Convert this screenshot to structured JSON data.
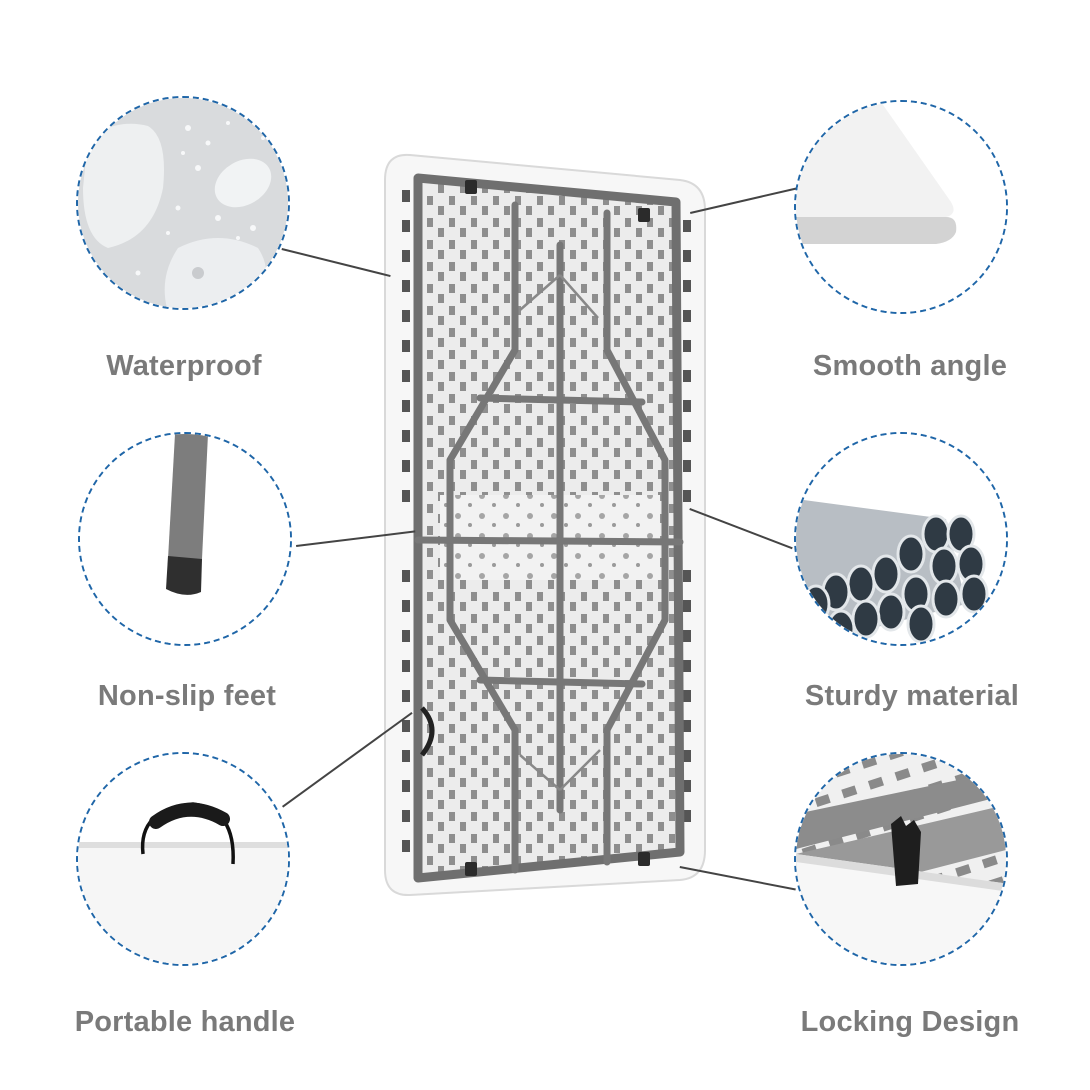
{
  "infographic": {
    "subject": "Folding table (underside view)",
    "accent_color": "#1f66a8",
    "label_color": "#7a7a7a",
    "features": [
      {
        "id": "waterproof",
        "label": "Waterproof",
        "side": "left",
        "icon": "water-droplets-icon"
      },
      {
        "id": "smooth-angle",
        "label": "Smooth angle",
        "side": "right",
        "icon": "rounded-corner-icon"
      },
      {
        "id": "non-slip-feet",
        "label": "Non-slip feet",
        "side": "left",
        "icon": "leg-foot-cap-icon"
      },
      {
        "id": "sturdy-material",
        "label": "Sturdy material",
        "side": "right",
        "icon": "steel-tubes-icon"
      },
      {
        "id": "portable-handle",
        "label": "Portable handle",
        "side": "left",
        "icon": "carry-handle-icon"
      },
      {
        "id": "locking-design",
        "label": "Locking Design",
        "side": "right",
        "icon": "lock-clip-icon"
      }
    ]
  }
}
